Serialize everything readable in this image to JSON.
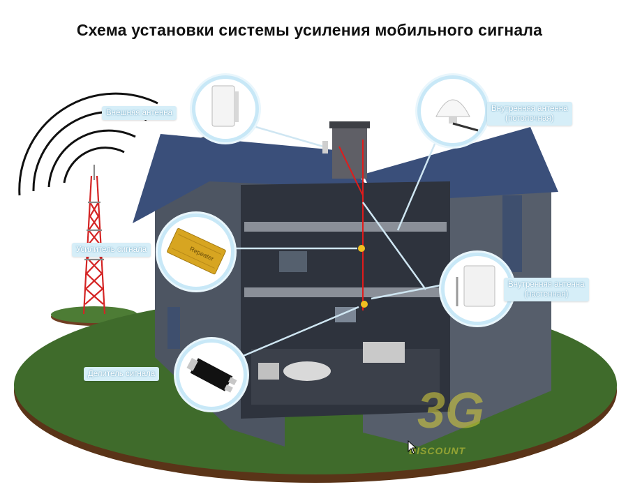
{
  "title": "Схема установки системы усиления мобильного сигнала",
  "labels": {
    "external_antenna": "Внешняя антенна",
    "internal_antenna_ceiling_line1": "Внутренняя антенна",
    "internal_antenna_ceiling_line2": "(потолочная)",
    "amplifier": "Усилитель сигнала",
    "internal_antenna_wall_line1": "Внутренняя антенна",
    "internal_antenna_wall_line2": "(настенная)",
    "splitter": "Делитель сигнала"
  },
  "device_text": {
    "repeater": "Repeater"
  },
  "watermark": {
    "main": "3G",
    "sub": "DISCOUNT"
  },
  "colors": {
    "label_bg": "#d6eef8",
    "circle_border": "#c8e8f7",
    "grass": "#3f6b2b",
    "house_wall": "#5b6270",
    "roof": "#3a4f7a",
    "cable": "#e11b1b",
    "amplifier_gold": "#d7a521"
  },
  "icons": [
    "cell-tower-icon",
    "signal-waves-icon",
    "external-antenna-icon",
    "ceiling-antenna-icon",
    "amplifier-icon",
    "wall-antenna-icon",
    "splitter-icon",
    "cursor-icon"
  ]
}
